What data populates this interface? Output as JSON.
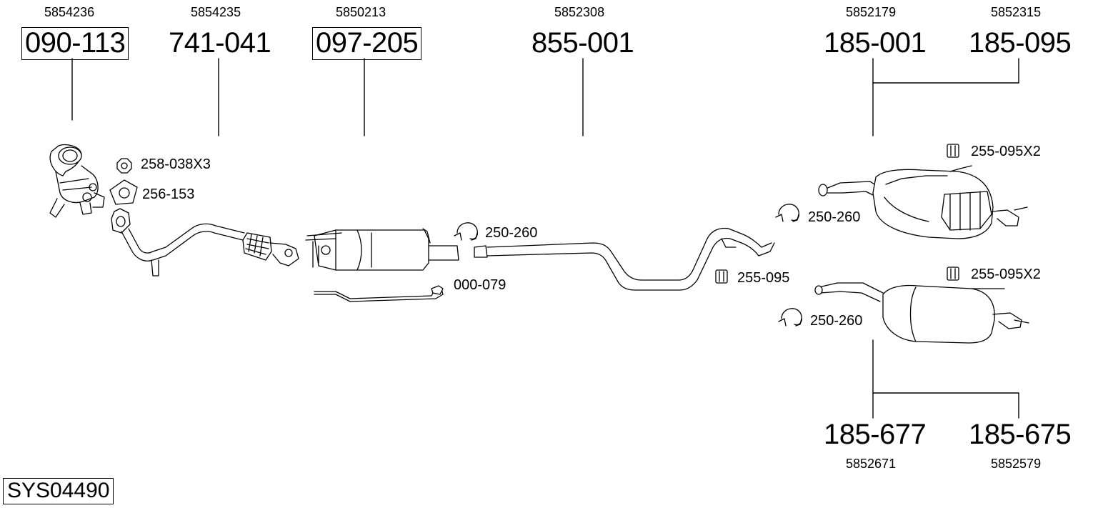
{
  "system_code": "SYS04490",
  "parts": [
    {
      "oem": "5854236",
      "number": "090-113",
      "boxed": true
    },
    {
      "oem": "5854235",
      "number": "741-041",
      "boxed": false
    },
    {
      "oem": "5850213",
      "number": "097-205",
      "boxed": true
    },
    {
      "oem": "5852308",
      "number": "855-001",
      "boxed": false
    },
    {
      "oem": "5852179",
      "number": "185-001",
      "boxed": false
    },
    {
      "oem": "5852315",
      "number": "185-095",
      "boxed": false
    },
    {
      "oem": "5852671",
      "number": "185-677",
      "boxed": false
    },
    {
      "oem": "5852579",
      "number": "185-675",
      "boxed": false
    }
  ],
  "accessories": [
    {
      "label": "258-038X3",
      "icon": "nut-icon"
    },
    {
      "label": "256-153",
      "icon": "gasket-icon"
    },
    {
      "label": "250-260",
      "icon": "clamp-icon"
    },
    {
      "label": "000-079",
      "icon": "sensor-icon"
    },
    {
      "label": "250-260",
      "icon": "clamp-icon"
    },
    {
      "label": "255-095",
      "icon": "rubber-mount-icon"
    },
    {
      "label": "255-095X2",
      "icon": "rubber-mount-icon"
    },
    {
      "label": "255-095X2",
      "icon": "rubber-mount-icon"
    },
    {
      "label": "250-260",
      "icon": "clamp-icon"
    }
  ]
}
